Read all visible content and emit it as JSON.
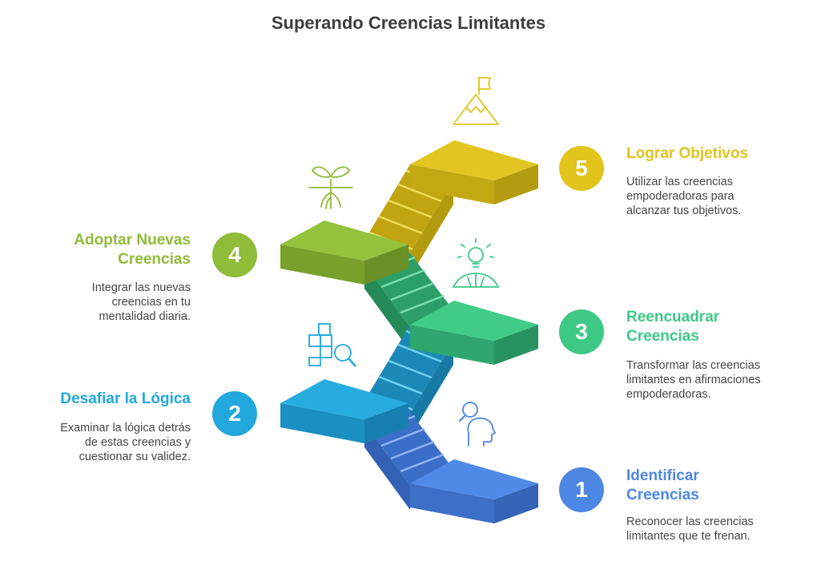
{
  "title": "Superando Creencias Limitantes",
  "steps": [
    {
      "number": "1",
      "title_line1": "Identificar",
      "title_line2": "Creencias",
      "desc_lines": [
        "Reconocer las creencias",
        "limitantes que te frenan."
      ],
      "color": "#4e86e4",
      "icon": "person-search-icon"
    },
    {
      "number": "2",
      "title_line1": "Desafiar la Lógica",
      "title_line2": "",
      "desc_lines": [
        "Examinar la lógica detrás",
        "de estas creencias y",
        "cuestionar su validez."
      ],
      "color": "#22a8dc",
      "icon": "puzzle-search-icon"
    },
    {
      "number": "3",
      "title_line1": "Reencuadrar",
      "title_line2": "Creencias",
      "desc_lines": [
        "Transformar las creencias",
        "limitantes en afirmaciones",
        "empoderadoras."
      ],
      "color": "#3ec886",
      "icon": "lightbulb-hands-icon"
    },
    {
      "number": "4",
      "title_line1": "Adoptar Nuevas",
      "title_line2": "Creencias",
      "desc_lines": [
        "Integrar las nuevas",
        "creencias en tu",
        "mentalidad diaria."
      ],
      "color": "#8fbc39",
      "icon": "sprout-icon"
    },
    {
      "number": "5",
      "title_line1": "Lograr Objetivos",
      "title_line2": "",
      "desc_lines": [
        "Utilizar las creencias",
        "empoderadoras para",
        "alcanzar tus objetivos."
      ],
      "color": "#e1c41c",
      "icon": "mountain-flag-icon"
    }
  ]
}
